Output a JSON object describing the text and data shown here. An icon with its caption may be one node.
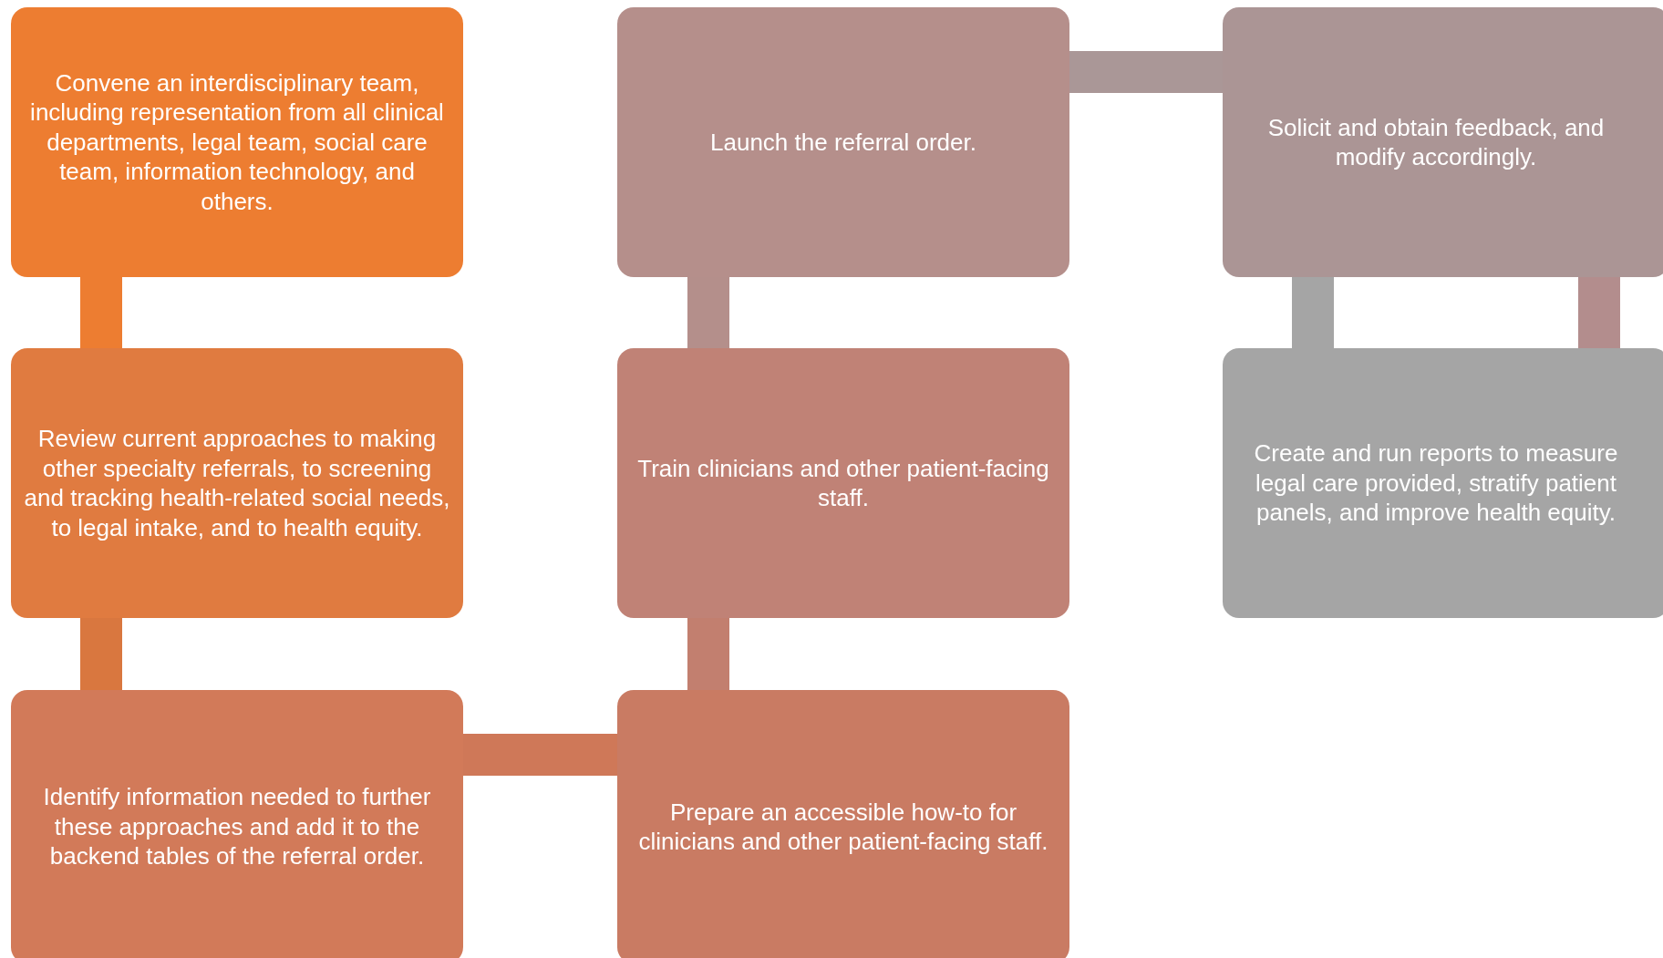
{
  "diagram": {
    "nodes": [
      {
        "text": [
          "Convene an interdisciplinary team, including representation from all clinical departments, legal team, social care team, information technology, and others."
        ]
      },
      {
        "text": [
          "Review current approaches to making other specialty referrals, to screening and tracking health-related social needs, to legal intake, and to health equity."
        ]
      },
      {
        "text": [
          "Identify information needed to further these approaches and add it to the backend tables of the referral order."
        ]
      },
      {
        "text": [
          "Prepare an accessible how-to for clinicians and other patient-facing staff."
        ]
      },
      {
        "text": [
          "Train clinicians and other patient-facing staff."
        ]
      },
      {
        "text": [
          "Launch the referral order."
        ]
      },
      {
        "text": [
          "Solicit and obtain feedback, and modify accordingly."
        ]
      },
      {
        "text": [
          "Create and run reports to measure legal care provided, stratify patient panels, and improve health equity."
        ]
      }
    ],
    "edges": [
      {
        "from": 0,
        "to": 1,
        "arrow": "none",
        "color": "#ed7d31"
      },
      {
        "from": 1,
        "to": 2,
        "arrow": "none",
        "color": "#d9773f"
      },
      {
        "from": 2,
        "to": 3,
        "arrow": "none",
        "color": "#cf7858"
      },
      {
        "from": 3,
        "to": 4,
        "arrow": "none",
        "color": "#c27f6f"
      },
      {
        "from": 4,
        "to": 5,
        "arrow": "none",
        "color": "#b48f8b"
      },
      {
        "from": 5,
        "to": 6,
        "arrow": "none",
        "color": "#aa9797"
      },
      {
        "from": 6,
        "to": 7,
        "arrow": "none",
        "color": "#a5a5a5"
      },
      {
        "from": 6,
        "to": 7,
        "arrow": "none",
        "color": "#b38d8d"
      }
    ]
  }
}
